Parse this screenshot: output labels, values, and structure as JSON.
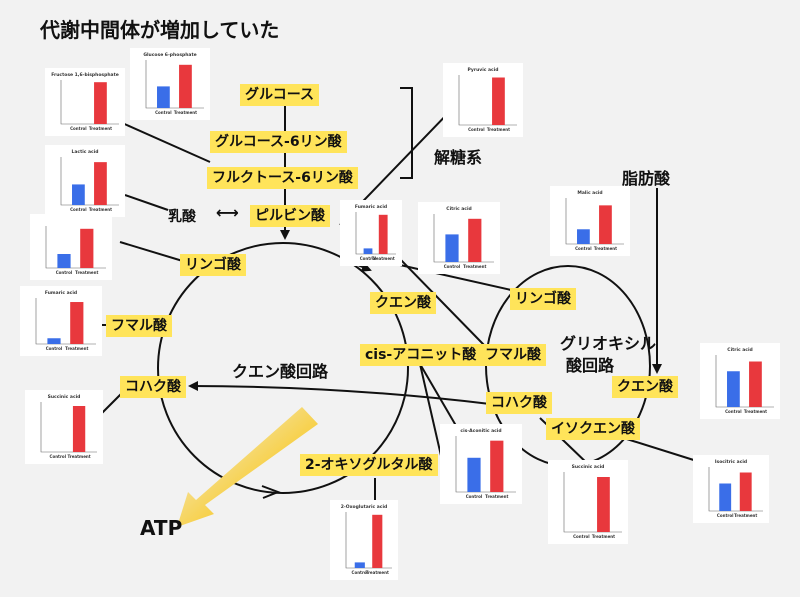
{
  "title": "代謝中間体が増加していた",
  "labels": {
    "glucose": "グルコース",
    "g6p": "グルコース-6リン酸",
    "f6p": "フルクトース-6リン酸",
    "pyruvate": "ピルビン酸",
    "lactate": "乳酸",
    "malate_tca": "リンゴ酸",
    "fumarate_tca": "フマル酸",
    "succinate_tca": "コハク酸",
    "oxoglutarate": "2-オキソグルタル酸",
    "citrate_tca": "クエン酸",
    "cis_aconitate": "cis-アコニット酸",
    "malate_gly": "リンゴ酸",
    "fumarate_gly": "フマル酸",
    "succinate_gly": "コハク酸",
    "citrate_gly": "クエン酸",
    "isocitrate": "イソクエン酸"
  },
  "texts": {
    "glycolysis": "解糖系",
    "fatty_acid": "脂肪酸",
    "tca_cycle": "クエン酸回路",
    "glyoxylate_1": "グリオキシル",
    "glyoxylate_2": "酸回路",
    "atp": "ATP",
    "arrow_symbol": "⟷"
  },
  "colors": {
    "label_bg": "#ffe45a",
    "control": "#3a6ee8",
    "treatment": "#e8383d",
    "atp_arrow": "#f5c518",
    "line": "#111111"
  },
  "chart_data": [
    {
      "id": "fbp",
      "type": "bar",
      "title": "Fructose 1,6-bisphosphate",
      "categories": [
        "Control",
        "Treatment"
      ],
      "values": [
        0,
        0.95
      ],
      "ylim": [
        0,
        1
      ]
    },
    {
      "id": "g6p",
      "type": "bar",
      "title": "Glucose 6-phosphate",
      "categories": [
        "Control",
        "Treatment"
      ],
      "values": [
        0.9,
        1.8
      ],
      "ylim": [
        0,
        2
      ]
    },
    {
      "id": "pyr",
      "type": "bar",
      "title": "Pyruvic acid",
      "categories": [
        "Control",
        "Treatment"
      ],
      "values": [
        0,
        0.019
      ],
      "ylim": [
        0,
        0.02
      ]
    },
    {
      "id": "lac",
      "type": "bar",
      "title": "Lactic acid",
      "categories": [
        "Control",
        "Treatment"
      ],
      "values": [
        0.6,
        1.25
      ],
      "ylim": [
        0,
        1.4
      ]
    },
    {
      "id": "mal_l",
      "type": "bar",
      "title": "",
      "categories": [
        "Control",
        "Treatment"
      ],
      "values": [
        0.1,
        0.28
      ],
      "ylim": [
        0,
        0.3
      ]
    },
    {
      "id": "fum_l",
      "type": "bar",
      "title": "Fumaric acid",
      "categories": [
        "Control",
        "Treatment"
      ],
      "values": [
        0.1,
        0.73
      ],
      "ylim": [
        0,
        0.8
      ]
    },
    {
      "id": "suc_l",
      "type": "bar",
      "title": "Succinic acid",
      "categories": [
        "Control",
        "Treatment"
      ],
      "values": [
        0,
        0.138
      ],
      "ylim": [
        0,
        0.15
      ]
    },
    {
      "id": "fum_m",
      "type": "bar",
      "title": "Fumaric acid",
      "categories": [
        "Control",
        "Treatment"
      ],
      "values": [
        0.02,
        0.14
      ],
      "ylim": [
        0,
        0.15
      ]
    },
    {
      "id": "cit_m",
      "type": "bar",
      "title": "Citric acid",
      "categories": [
        "Control",
        "Treatment"
      ],
      "values": [
        0.23,
        0.36
      ],
      "ylim": [
        0,
        0.4
      ]
    },
    {
      "id": "mal_r",
      "type": "bar",
      "title": "Malic acid",
      "categories": [
        "Control",
        "Treatment"
      ],
      "values": [
        0.08,
        0.21
      ],
      "ylim": [
        0,
        0.25
      ]
    },
    {
      "id": "cit_r",
      "type": "bar",
      "title": "Citric acid",
      "categories": [
        "Control",
        "Treatment"
      ],
      "values": [
        0.11,
        0.14
      ],
      "ylim": [
        0,
        0.16
      ]
    },
    {
      "id": "cisac",
      "type": "bar",
      "title": "cis-Aconitic acid",
      "categories": [
        "Control",
        "Treatment"
      ],
      "values": [
        1.1,
        1.65
      ],
      "ylim": [
        0,
        1.8
      ]
    },
    {
      "id": "suc_b",
      "type": "bar",
      "title": "Succinic acid",
      "categories": [
        "Control",
        "Treatment"
      ],
      "values": [
        0,
        0.165
      ],
      "ylim": [
        0,
        0.18
      ]
    },
    {
      "id": "iso",
      "type": "bar",
      "title": "Isocitric acid",
      "categories": [
        "Control",
        "Treatment"
      ],
      "values": [
        0.1,
        0.14
      ],
      "ylim": [
        0,
        0.16
      ]
    },
    {
      "id": "oxo",
      "type": "bar",
      "title": "2-Oxoglutaric acid",
      "categories": [
        "Control",
        "Treatment"
      ],
      "values": [
        0.1,
        0.95
      ],
      "ylim": [
        0,
        1
      ]
    }
  ]
}
